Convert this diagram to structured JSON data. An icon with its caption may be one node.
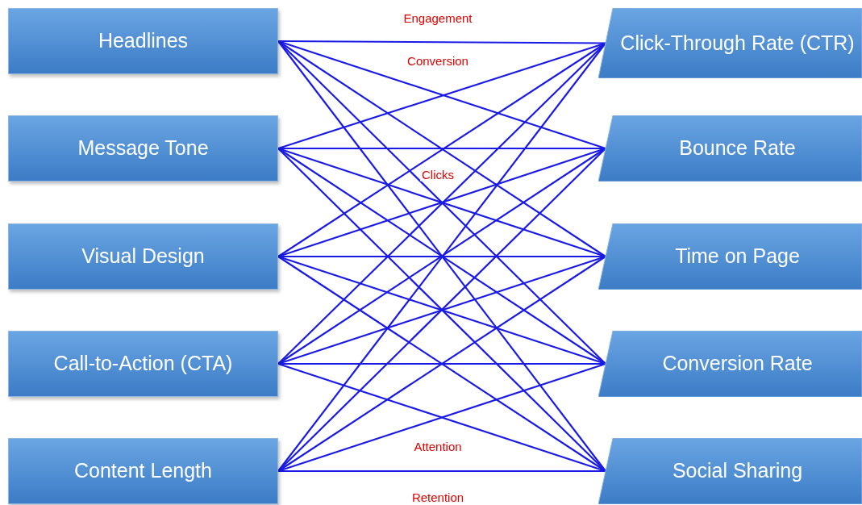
{
  "diagram": {
    "nodes": [
      {
        "text": [
          "Headlines"
        ]
      },
      {
        "text": [
          "Message Tone"
        ]
      },
      {
        "text": [
          "Visual Design"
        ]
      },
      {
        "text": [
          "Call-to-Action (CTA)"
        ]
      },
      {
        "text": [
          "Content Length"
        ]
      },
      {
        "text": [
          "Click-Through Rate (CTR)"
        ]
      },
      {
        "text": [
          "Bounce Rate"
        ]
      },
      {
        "text": [
          "Time on Page"
        ]
      },
      {
        "text": [
          "Conversion Rate"
        ]
      },
      {
        "text": [
          "Social Sharing"
        ]
      }
    ],
    "edges": [
      {
        "from": 0,
        "to": 5,
        "arrow": "none"
      },
      {
        "from": 0,
        "to": 6,
        "arrow": "none"
      },
      {
        "from": 0,
        "to": 7,
        "arrow": "none"
      },
      {
        "from": 0,
        "to": 8,
        "arrow": "none"
      },
      {
        "from": 0,
        "to": 9,
        "arrow": "none"
      },
      {
        "from": 1,
        "to": 5,
        "arrow": "none"
      },
      {
        "from": 1,
        "to": 6,
        "arrow": "none"
      },
      {
        "from": 1,
        "to": 7,
        "arrow": "none"
      },
      {
        "from": 1,
        "to": 8,
        "arrow": "none"
      },
      {
        "from": 1,
        "to": 9,
        "arrow": "none"
      },
      {
        "from": 2,
        "to": 5,
        "arrow": "none"
      },
      {
        "from": 2,
        "to": 6,
        "arrow": "none"
      },
      {
        "from": 2,
        "to": 7,
        "arrow": "none"
      },
      {
        "from": 2,
        "to": 8,
        "arrow": "none"
      },
      {
        "from": 2,
        "to": 9,
        "arrow": "none"
      },
      {
        "from": 3,
        "to": 5,
        "arrow": "none"
      },
      {
        "from": 3,
        "to": 6,
        "arrow": "none"
      },
      {
        "from": 3,
        "to": 7,
        "arrow": "none"
      },
      {
        "from": 3,
        "to": 8,
        "arrow": "none"
      },
      {
        "from": 3,
        "to": 9,
        "arrow": "none"
      },
      {
        "from": 4,
        "to": 5,
        "arrow": "none"
      },
      {
        "from": 4,
        "to": 6,
        "arrow": "none"
      },
      {
        "from": 4,
        "to": 7,
        "arrow": "none"
      },
      {
        "from": 4,
        "to": 8,
        "arrow": "none"
      },
      {
        "from": 4,
        "to": 9,
        "arrow": "none"
      }
    ],
    "labels": [
      "Engagement",
      "Conversion",
      "Clicks",
      "Attention",
      "Retention"
    ]
  }
}
